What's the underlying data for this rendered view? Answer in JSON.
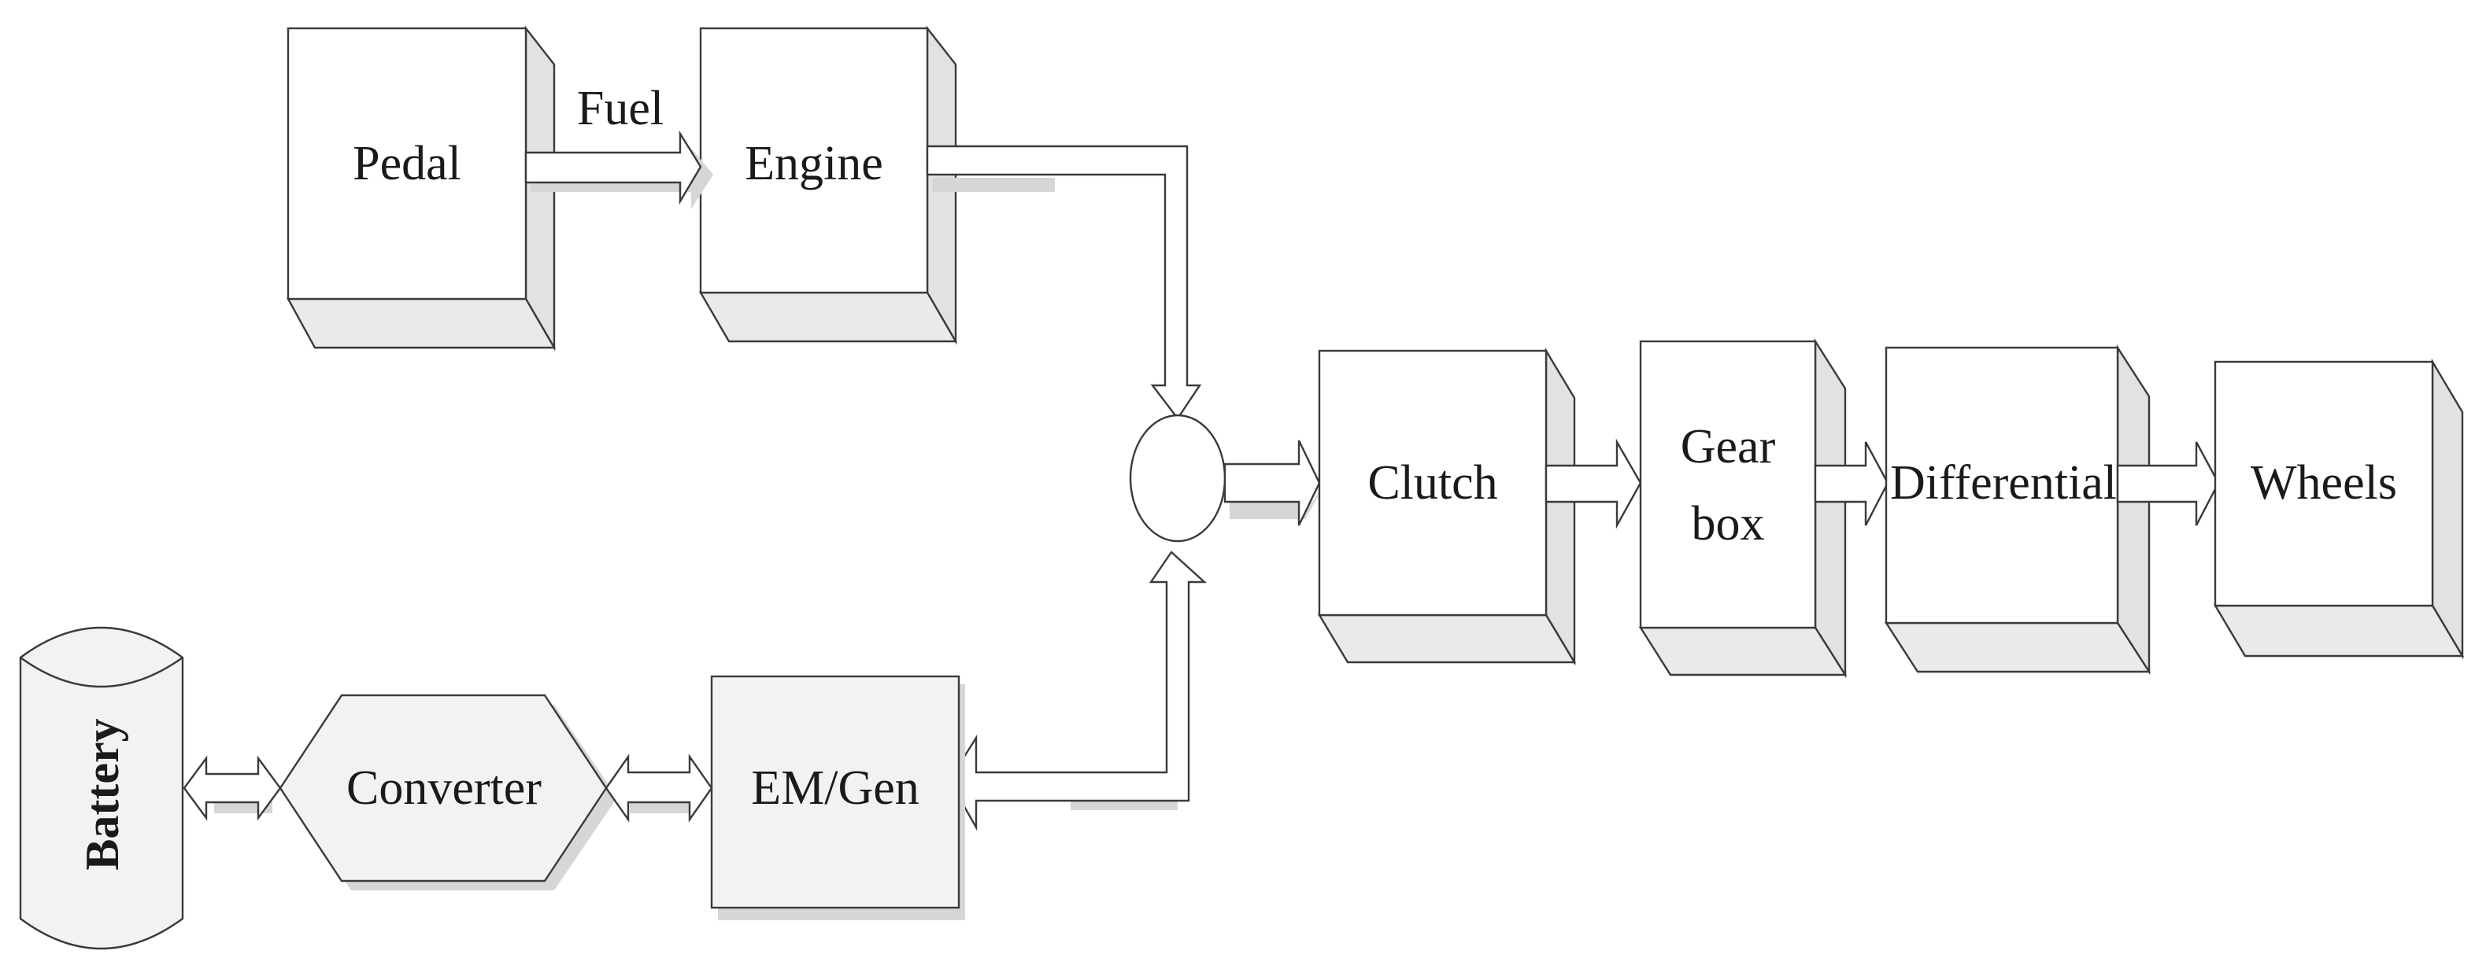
{
  "diagram": {
    "blocks": {
      "pedal": "Pedal",
      "engine": "Engine",
      "clutch": "Clutch",
      "gearbox_line1": "Gear",
      "gearbox_line2": "box",
      "differential": "Differential",
      "wheels": "Wheels",
      "em_gen": "EM/Gen",
      "converter": "Converter",
      "battery": "Battery"
    },
    "arrow_labels": {
      "fuel": "Fuel"
    },
    "colors": {
      "stroke": "#3a3a3a",
      "face": "#ffffff",
      "side": "#e2e2e2",
      "bottom": "#eaeaea",
      "shadow": "#d0d0d0"
    }
  }
}
